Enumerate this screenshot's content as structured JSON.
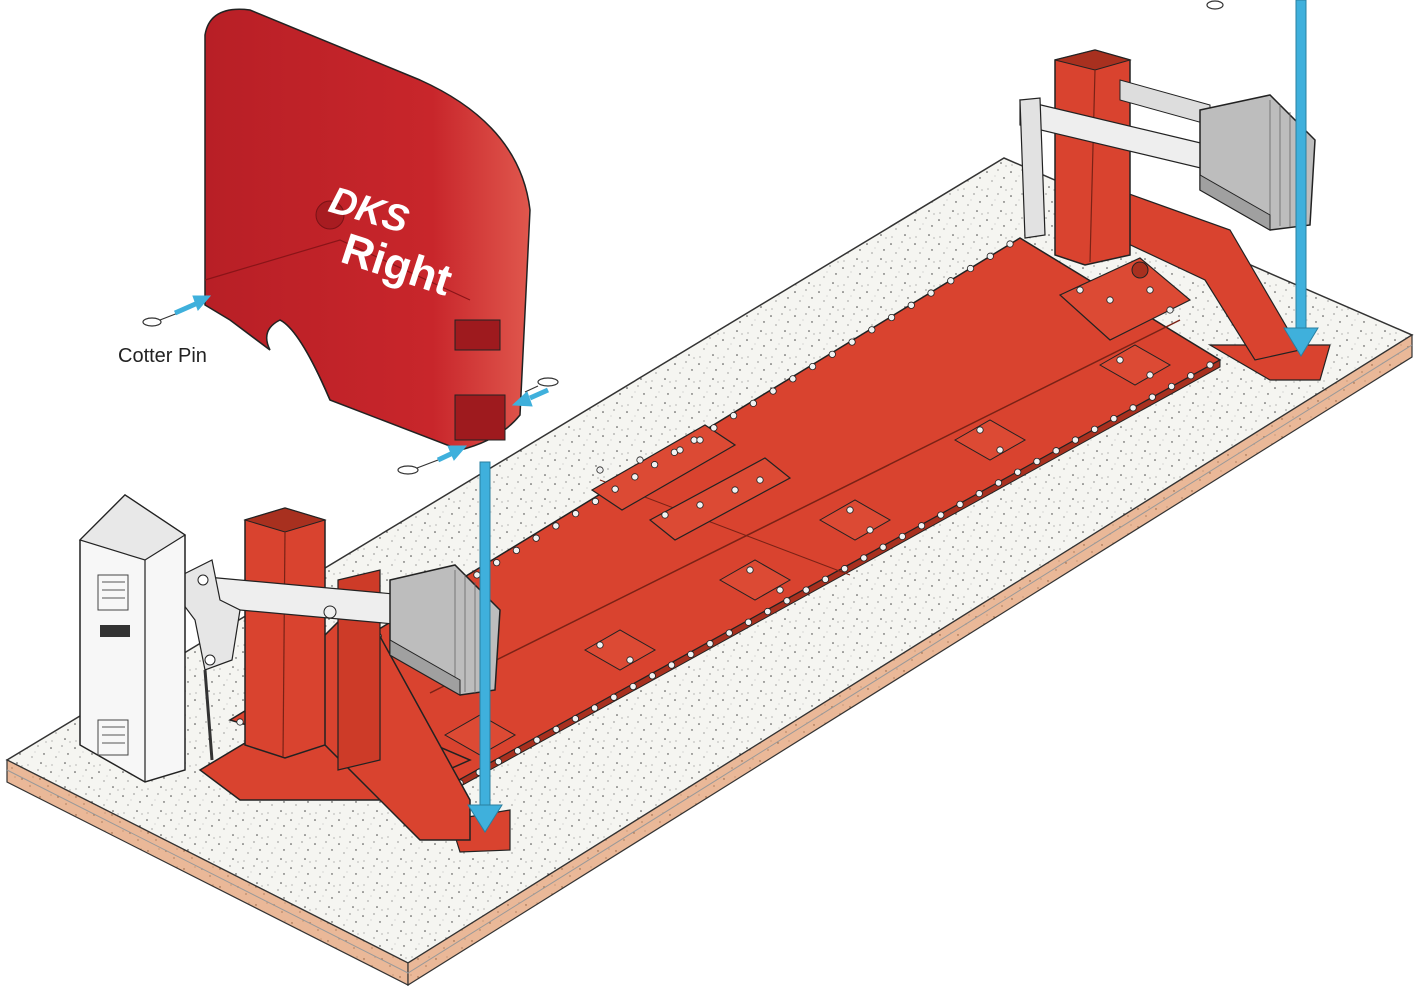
{
  "callouts": {
    "cotter_pin": "Cotter Pin"
  },
  "cover": {
    "brand": "DKS",
    "side_label": "Right"
  },
  "colors": {
    "frame_red": "#d9432f",
    "cover_red": "#c8262b",
    "arrow_blue": "#3fb0dc",
    "concrete": "#f4f4f0",
    "subgrade": "#e8b48c"
  }
}
